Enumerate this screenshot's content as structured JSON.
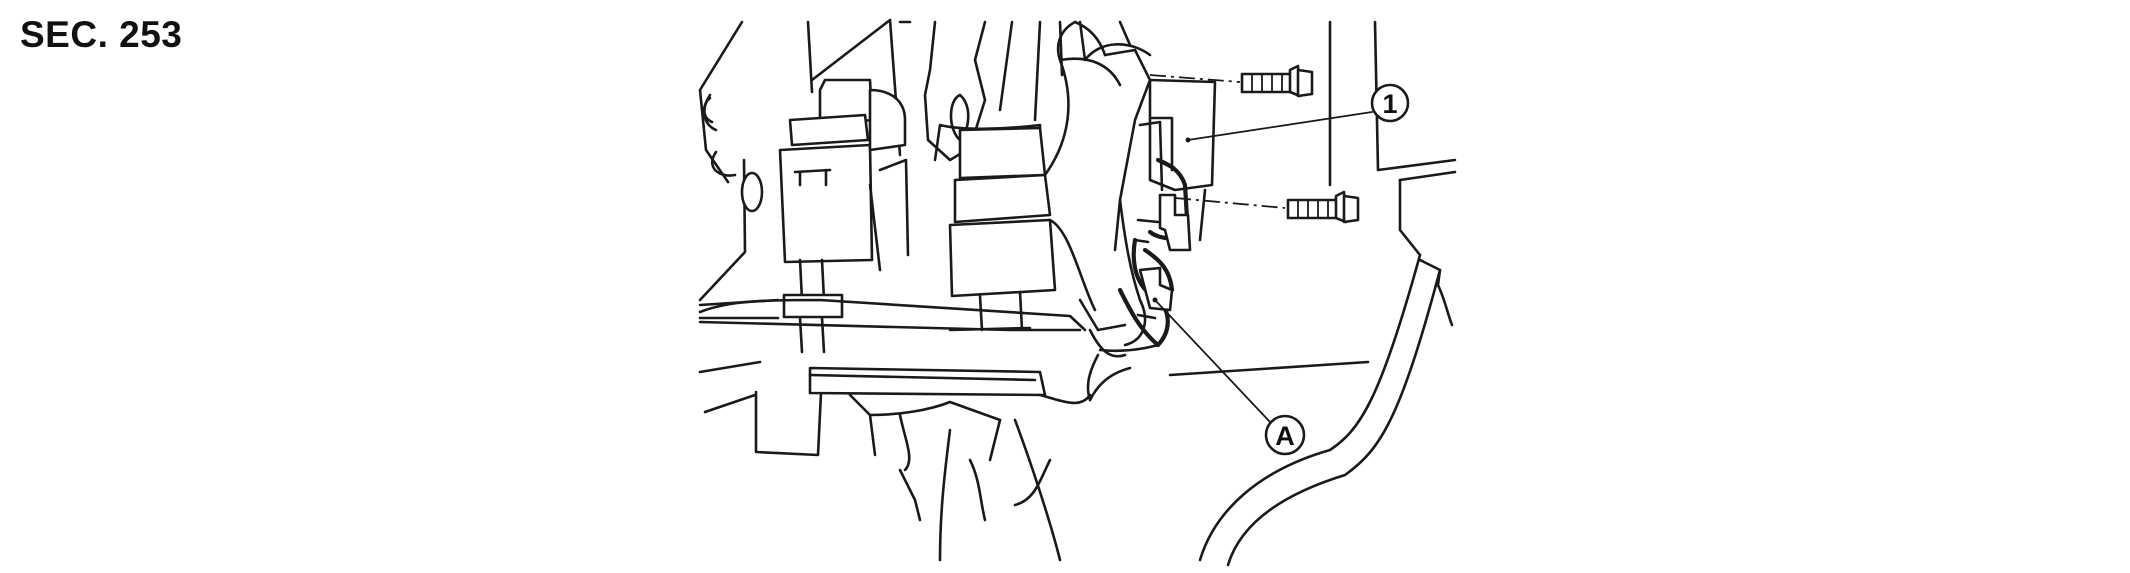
{
  "section_label": "SEC. 253",
  "callouts": {
    "part_1": "1",
    "connector_a": "A"
  }
}
